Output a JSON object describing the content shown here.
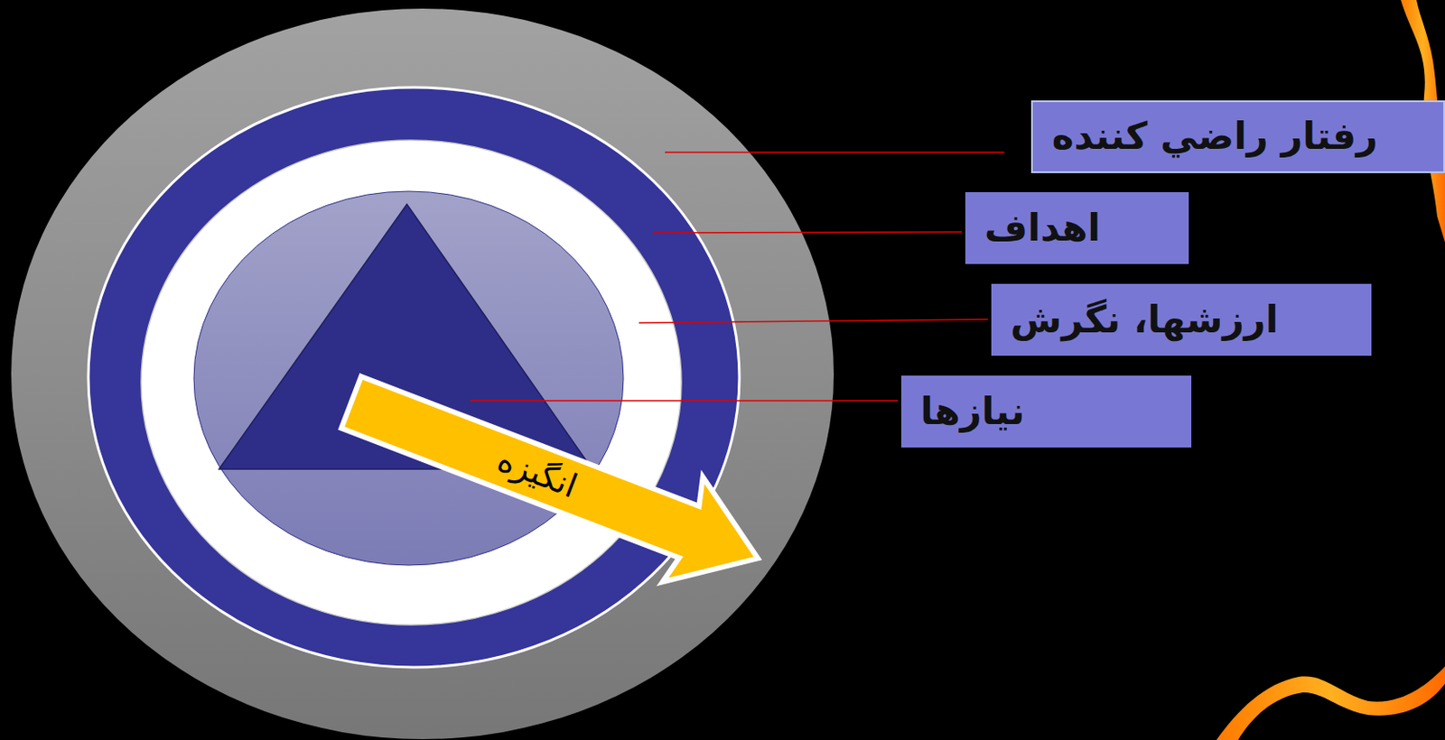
{
  "diagram": {
    "nodes": [
      {
        "text": [
          "رفتار راضي كننده"
        ]
      },
      {
        "text": [
          "اهداف"
        ]
      },
      {
        "text": [
          "ارزشها، نگرش"
        ]
      },
      {
        "text": [
          "نیازها"
        ]
      },
      {
        "text": [
          "انگیزه"
        ]
      }
    ]
  }
}
